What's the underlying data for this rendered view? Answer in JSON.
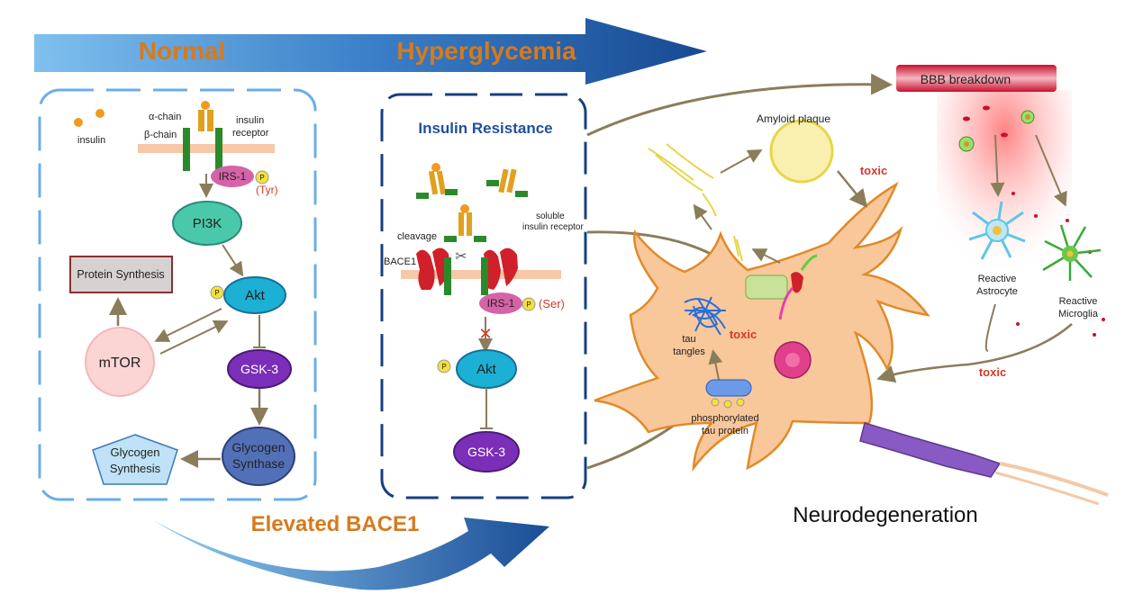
{
  "banner": {
    "normal": "Normal",
    "hyperglycemia": "Hyperglycemia"
  },
  "normal_panel": {
    "insulin": "insulin",
    "alpha_chain": "α-chain",
    "beta_chain": "β-chain",
    "insulin_receptor_1": "insulin",
    "insulin_receptor_2": "receptor",
    "irs1": "IRS-1",
    "tyr": "(Tyr)",
    "p": "P",
    "pi3k": "PI3K",
    "akt": "Akt",
    "protein_synthesis": "Protein Synthesis",
    "mtor": "mTOR",
    "gsk3": "GSK-3",
    "glycogen_synthase_1": "Glycogen",
    "glycogen_synthase_2": "Synthase",
    "glycogen_synthesis_1": "Glycogen",
    "glycogen_synthesis_2": "Synthesis"
  },
  "resistance_panel": {
    "title": "Insulin Resistance",
    "soluble_1": "soluble",
    "soluble_2": "insulin receptor",
    "cleavage": "cleavage",
    "bace1": "BACE1",
    "irs1": "IRS-1",
    "ser": "(Ser)",
    "p": "P",
    "akt": "Akt",
    "gsk3": "GSK-3"
  },
  "bottom": {
    "elevated_bace1": "Elevated BACE1"
  },
  "neuro": {
    "bbb_breakdown": "BBB breakdown",
    "amyloid_plaque": "Amyloid plaque",
    "toxic_1": "toxic",
    "toxic_2": "toxic",
    "toxic_3": "toxic",
    "tau_tangles_1": "tau",
    "tau_tangles_2": "tangles",
    "phospho_tau_1": "phosphorylated",
    "phospho_tau_2": "tau protein",
    "reactive_astrocyte_1": "Reactive",
    "reactive_astrocyte_2": "Astrocyte",
    "reactive_microglia_1": "Reactive",
    "reactive_microglia_2": "Microglia",
    "neurodegeneration": "Neurodegeneration"
  },
  "colors": {
    "banner_blue": "#1f4f9c",
    "orange_text": "#d67a1e",
    "toxic_red": "#d23a2a",
    "akt_cyan": "#1bb0d4",
    "gsk_purple": "#7b2fb8",
    "pi3k_teal": "#49c9a9",
    "neuron_fill": "#f8c79a"
  }
}
